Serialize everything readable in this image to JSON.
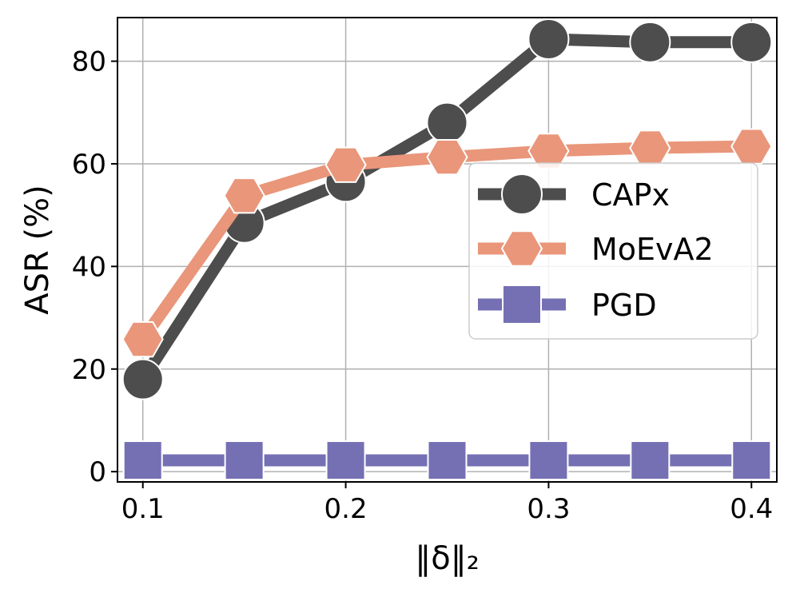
{
  "chart_data": {
    "type": "line",
    "title": "",
    "xlabel": "‖δ‖₂",
    "ylabel": "ASR (%)",
    "x": [
      0.1,
      0.15,
      0.2,
      0.25,
      0.3,
      0.35,
      0.4
    ],
    "xticks": [
      "0.1",
      "0.2",
      "0.3",
      "0.4"
    ],
    "yticks": [
      "0",
      "20",
      "40",
      "60",
      "80"
    ],
    "xlim": [
      0.0875,
      0.4125
    ],
    "ylim": [
      -2,
      88.5
    ],
    "grid": true,
    "legend_position": "center-right",
    "series": [
      {
        "name": "CAPx",
        "values": [
          18,
          48.5,
          56.5,
          68,
          84.3,
          83.7,
          83.7
        ],
        "color": "#4d4d4d",
        "marker": "circle"
      },
      {
        "name": "MoEvA2",
        "values": [
          25.8,
          53.8,
          59.8,
          61.3,
          62.5,
          63.1,
          63.4
        ],
        "color": "#e9967a",
        "marker": "hexagon"
      },
      {
        "name": "PGD",
        "values": [
          2.2,
          2.2,
          2.2,
          2.2,
          2.2,
          2.2,
          2.2
        ],
        "color": "#7570b3",
        "marker": "square"
      }
    ]
  }
}
